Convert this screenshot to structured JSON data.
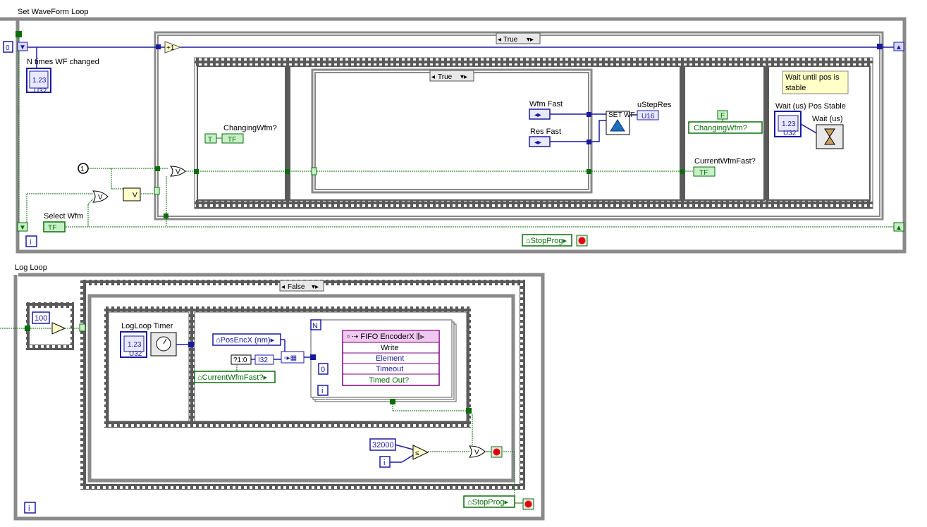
{
  "loops": {
    "waveform": {
      "title": "Set WaveForm Loop",
      "case_selector": "True",
      "inner_case_selector": "True",
      "shift_register_init": "0",
      "n_times_label": "N times WF changed",
      "select_wfm_label": "Select Wfm",
      "changing_wfm_label": "ChangingWfm?",
      "true_const": "T",
      "tf": "TF",
      "wfm_fast_label": "Wfm Fast",
      "res_fast_label": "Res Fast",
      "setwf_label": "SET WF",
      "ustepres_label": "uStepRes",
      "u16": "U16",
      "false_const": "F",
      "changing_wfm_local": "ChangingWfm?",
      "current_wfm_fast_label": "CurrentWfmFast?",
      "wait_comment": "Wait until pos is stable",
      "wait_pos_label": "Wait (us) Pos Stable",
      "wait_us_label": "Wait (us)",
      "num_123": "1.23",
      "u32": "U32",
      "stopprog": "StopProg",
      "iter": "i"
    },
    "log": {
      "title": "Log Loop",
      "case_selector": "False",
      "const_100": "100",
      "timer_label": "LogLoop Timer",
      "num_123": "1.23",
      "u32": "U32",
      "posencx": "PosEncX (nm)",
      "currentwfm_local": "CurrentWfmFast?",
      "bool_to_num": "?1:0",
      "i32": "I32",
      "n_label": "N",
      "fifo_title": "FIFO EncoderX",
      "fifo_rows": [
        "Write",
        "Element",
        "Timeout",
        "Timed Out?"
      ],
      "timeout_const": "0",
      "const_32000": "32000",
      "iter_const": "i",
      "stopprog": "StopProg",
      "iter": "i"
    }
  },
  "colors": {
    "wire_blue": "#1a1aa0",
    "wire_green": "#0a6e0a",
    "frame_gray": "#8a8a8a",
    "fifo_pink": "#f0c8f0",
    "comment_yellow": "#ffffc8"
  }
}
